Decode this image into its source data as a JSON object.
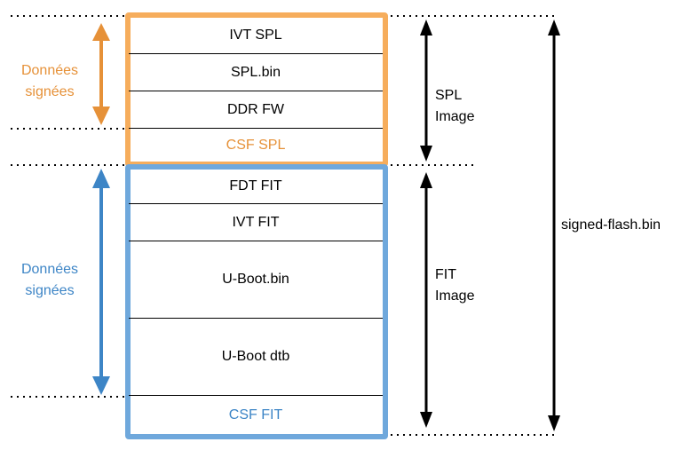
{
  "colors": {
    "spl_frame": "#f6ad5c",
    "fit_frame": "#6fa8dc",
    "orange_arrow": "#e69138",
    "blue_arrow": "#3d85c6",
    "orange_text": "#e69138",
    "blue_text": "#3d85c6",
    "separator": "#000000"
  },
  "spl_block": {
    "cells": [
      "IVT SPL",
      "SPL.bin",
      "DDR FW",
      "CSF SPL"
    ],
    "signed_label_line1": "Données",
    "signed_label_line2": "signées",
    "image_label_line1": "SPL",
    "image_label_line2": "Image"
  },
  "fit_block": {
    "cells": [
      "FDT FIT",
      "IVT FIT",
      "U-Boot.bin",
      "U-Boot dtb",
      "CSF FIT"
    ],
    "signed_label_line1": "Données",
    "signed_label_line2": "signées",
    "image_label_line1": "FIT",
    "image_label_line2": "Image"
  },
  "total_label": "signed-flash.bin"
}
